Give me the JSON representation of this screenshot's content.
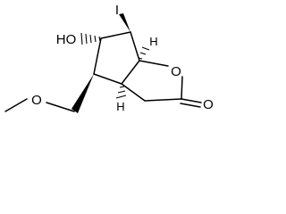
{
  "molecule": {
    "atoms": {
      "iodine": "I",
      "hydroxyl": "HO",
      "ring_oxygen": "O",
      "carbonyl_oxygen": "O",
      "ether_oxygen": "O",
      "h_top": "H",
      "h_bottom": "H"
    }
  }
}
